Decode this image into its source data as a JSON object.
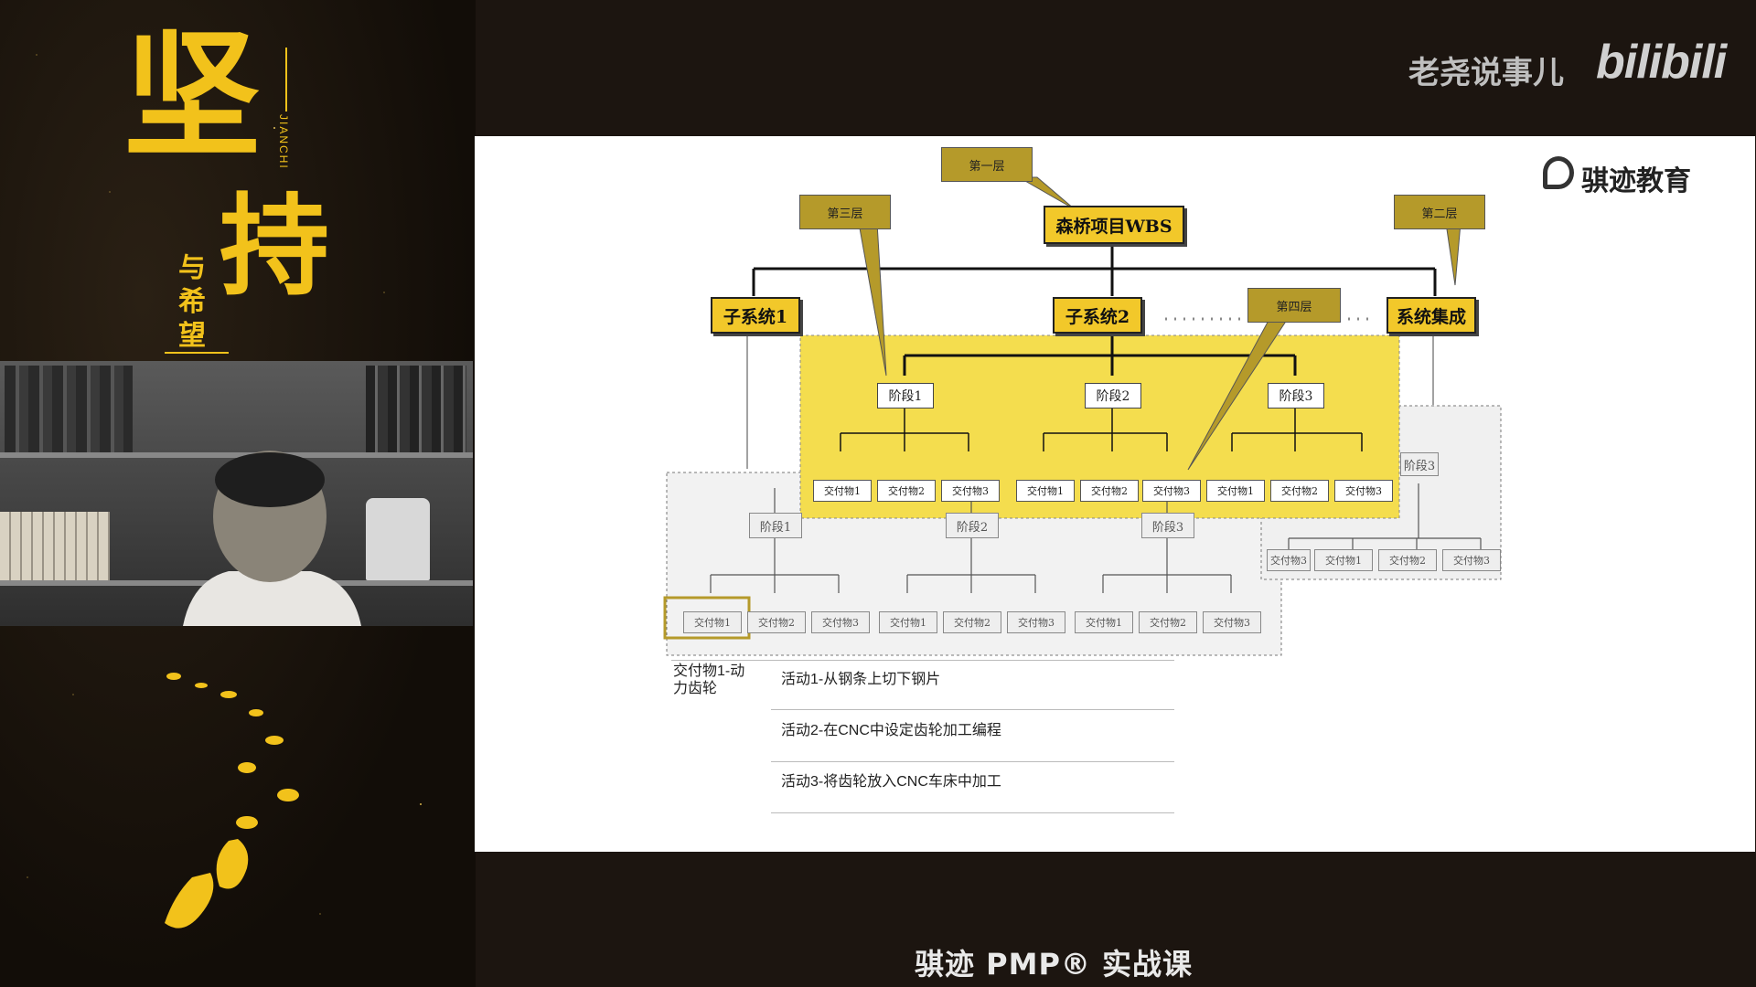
{
  "brand": {
    "channel": "老尧说事儿",
    "platform": "bilibili"
  },
  "left_decor": {
    "big_char_1": "坚",
    "big_char_2": "持",
    "small_text_1": "与",
    "small_text_2": "希",
    "small_text_3": "望",
    "pinyin": "JIANCHI"
  },
  "slide": {
    "logo_text": "骐迹教育",
    "root": "森桥项目WBS",
    "callouts": {
      "level1": "第一层",
      "level2": "第二层",
      "level3": "第三层",
      "level4": "第四层"
    },
    "level2_nodes": [
      "子系统1",
      "子系统2",
      "系统集成"
    ],
    "phases": [
      "阶段1",
      "阶段2",
      "阶段3"
    ],
    "deliverables_front": [
      "交付物1",
      "交付物2",
      "交付物3",
      "交付物1",
      "交付物2",
      "交付物3",
      "交付物1",
      "交付物2",
      "交付物3"
    ],
    "deliverables_back": [
      "交付物1",
      "交付物2",
      "交付物3",
      "交付物1",
      "交付物2",
      "交付物3",
      "交付物1",
      "交付物2",
      "交付物3"
    ],
    "right_stack_phase": "阶段3",
    "right_stack_deliverables": [
      "交付物3",
      "交付物1",
      "交付物2",
      "交付物3"
    ],
    "activity_title": "交付物1-动力齿轮",
    "activities": [
      "活动1-从钢条上切下钢片",
      "活动2-在CNC中设定齿轮加工编程",
      "活动3-将齿轮放入CNC车床中加工"
    ]
  },
  "course_title": "骐迹 PMP® 实战课"
}
